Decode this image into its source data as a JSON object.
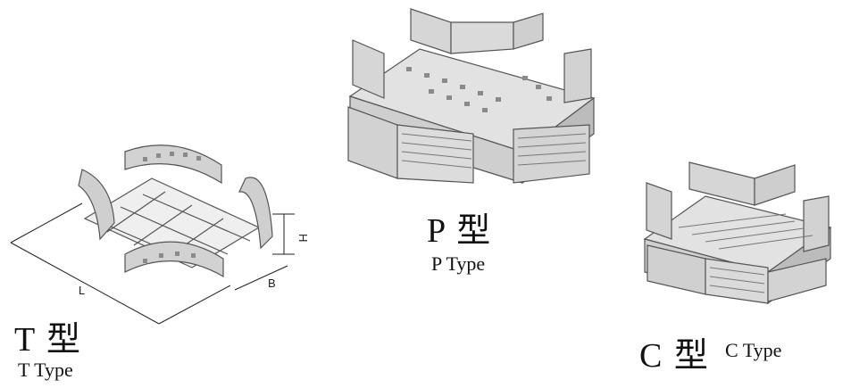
{
  "products": {
    "t": {
      "label": "T 型",
      "sublabel": "T Type"
    },
    "p": {
      "label": "P 型",
      "sublabel": "P Type"
    },
    "c": {
      "label": "C 型",
      "sublabel": "C Type"
    }
  },
  "dimensions": {
    "length": "L",
    "width": "B",
    "height": "H"
  },
  "colors": {
    "metal_light": "#e6e6e6",
    "metal_mid": "#cfcfcf",
    "metal_dark": "#9a9a9a",
    "outline": "#555555",
    "dim_line": "#222222"
  }
}
